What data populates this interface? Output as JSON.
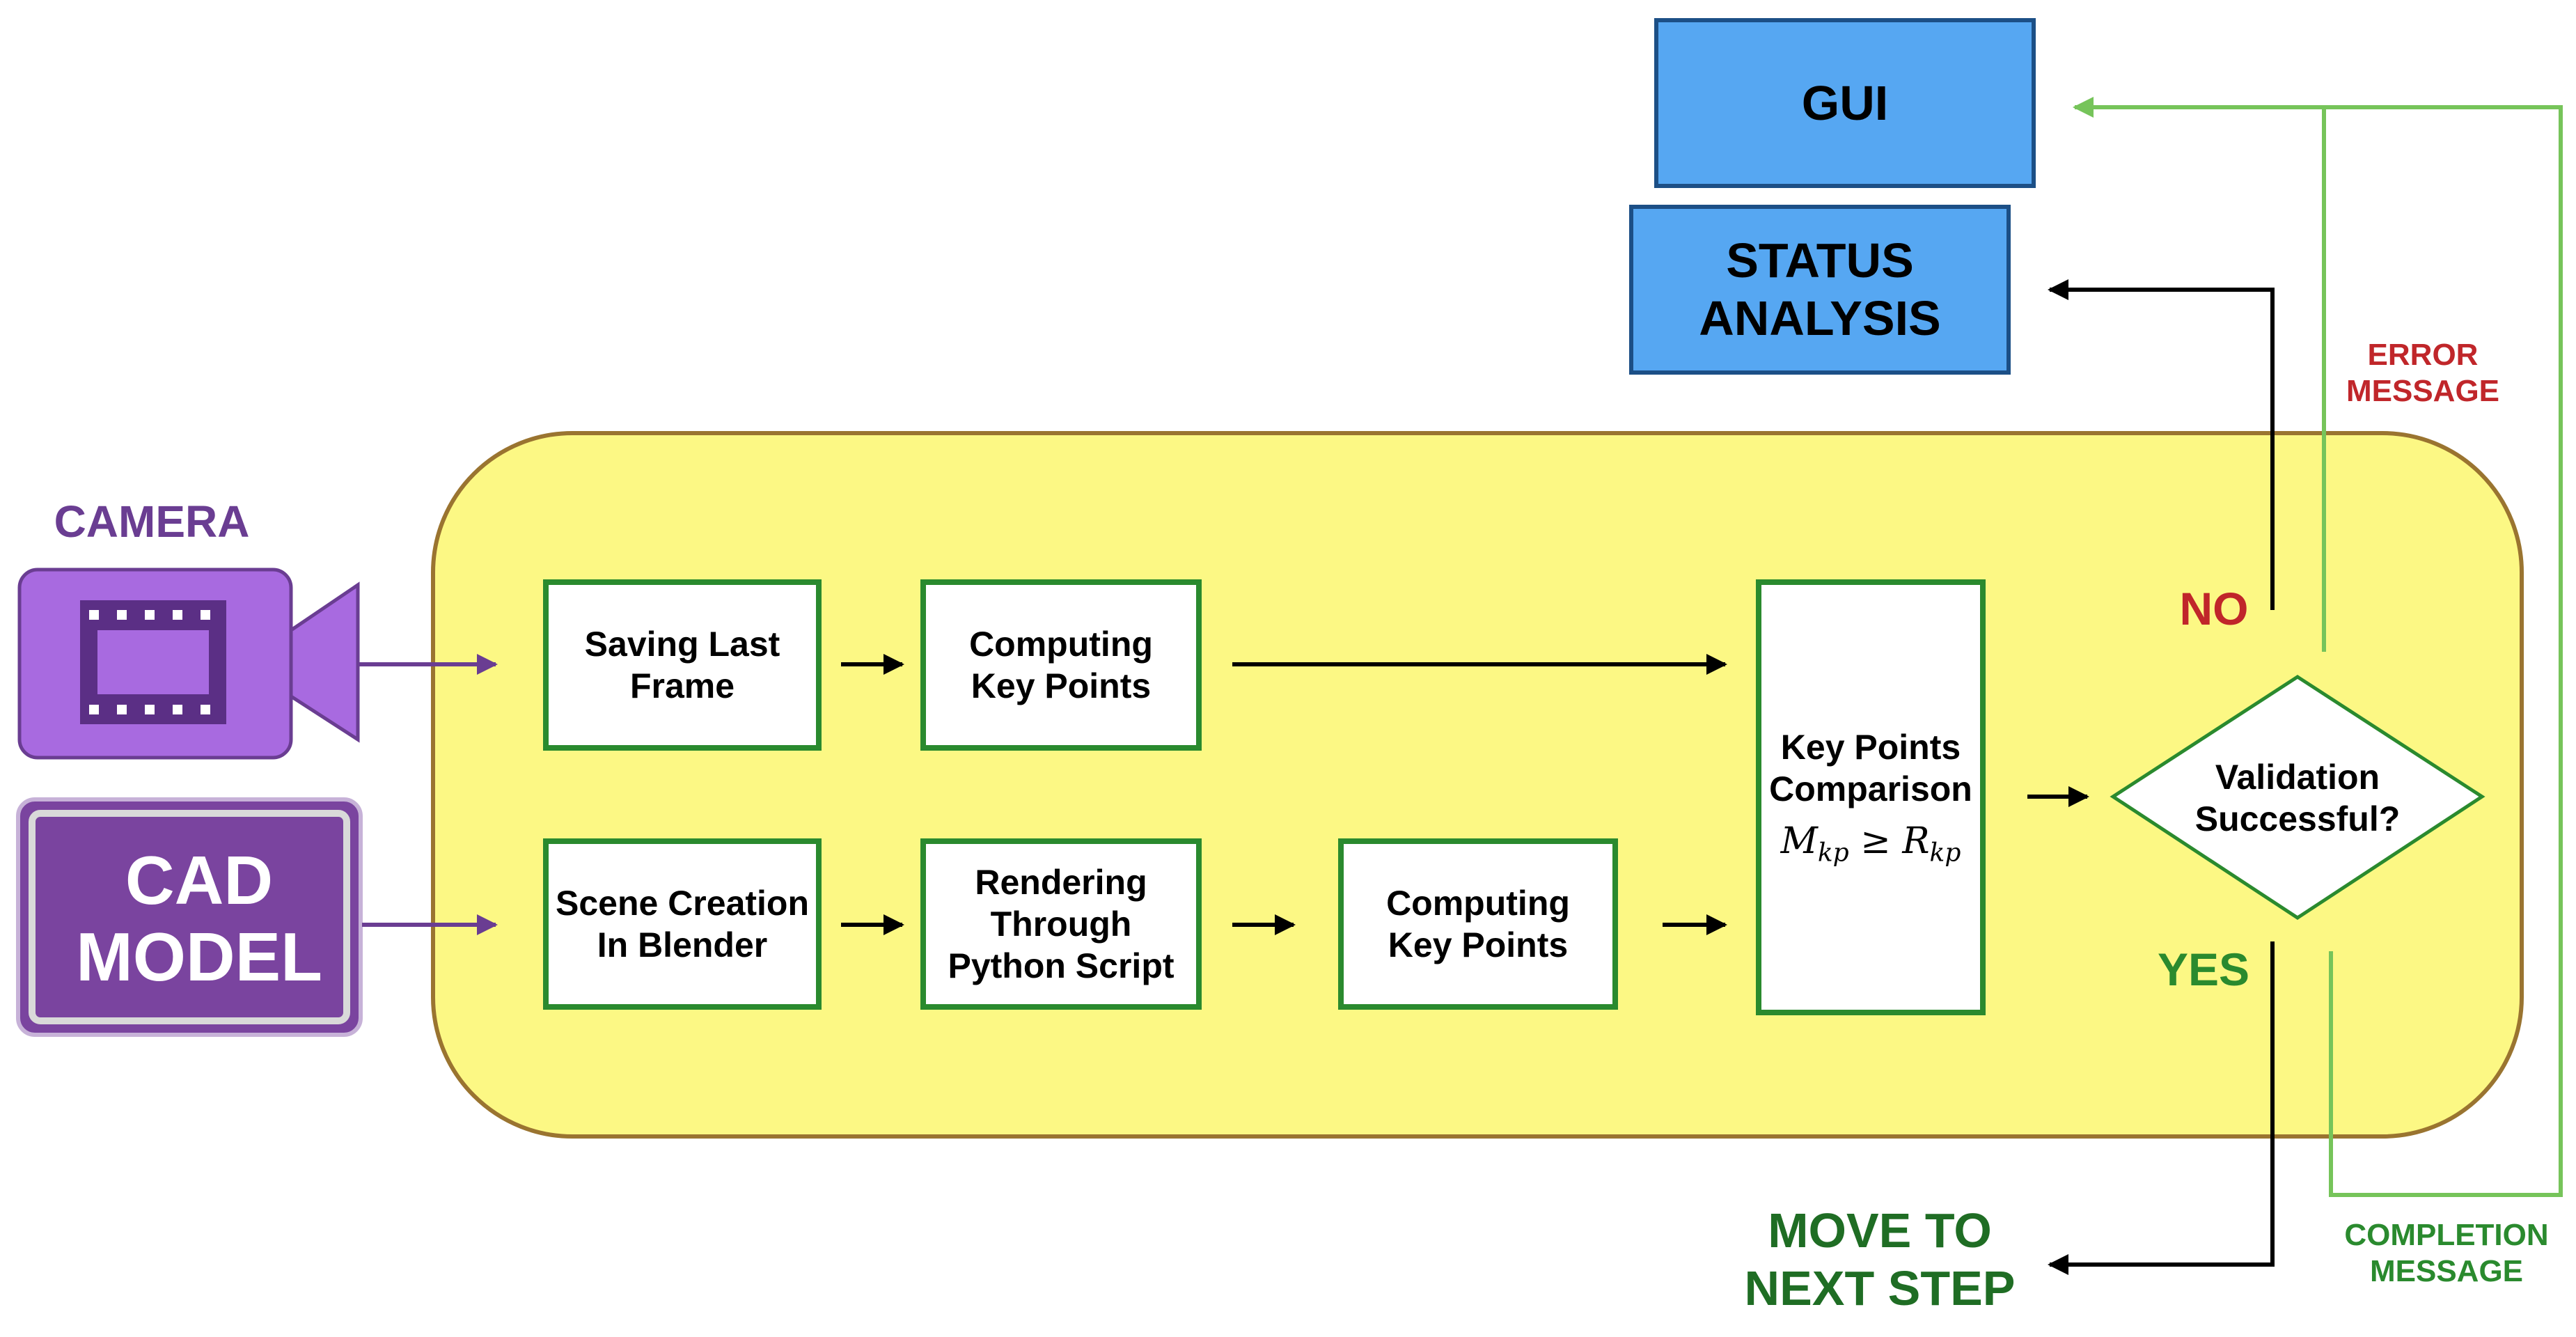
{
  "inputs": {
    "camera_label": "CAMERA",
    "cad_model_label": "CAD\nMODEL"
  },
  "process": {
    "saving_last_frame": "Saving Last\nFrame",
    "computing_key_points_top": "Computing\nKey Points",
    "scene_creation": "Scene Creation\nIn Blender",
    "rendering": "Rendering\nThrough\nPython Script",
    "computing_key_points_bottom": "Computing\nKey Points",
    "comparison": "Key Points\nComparison",
    "comparison_formula": "M_kp ≥ R_kp",
    "decision": "Validation\nSuccessful?"
  },
  "outputs": {
    "gui": "GUI",
    "status_analysis": "STATUS\nANALYSIS",
    "move_next": "MOVE TO\nNEXT STEP"
  },
  "labels": {
    "no": "NO",
    "yes": "YES",
    "error_message": "ERROR\nMESSAGE",
    "completion_message": "COMPLETION\nMESSAGE"
  },
  "colors": {
    "region_fill": "#fcf884",
    "region_border": "#9a7430",
    "process_border": "#2a8a2e",
    "output_fill": "#56a7f2",
    "output_border": "#1c4f86",
    "camera_purple": "#a86ae0",
    "cad_purple": "#7a449f",
    "feedback_green": "#76c45a",
    "no_red": "#c0262a",
    "yes_green": "#2a8a2e"
  }
}
